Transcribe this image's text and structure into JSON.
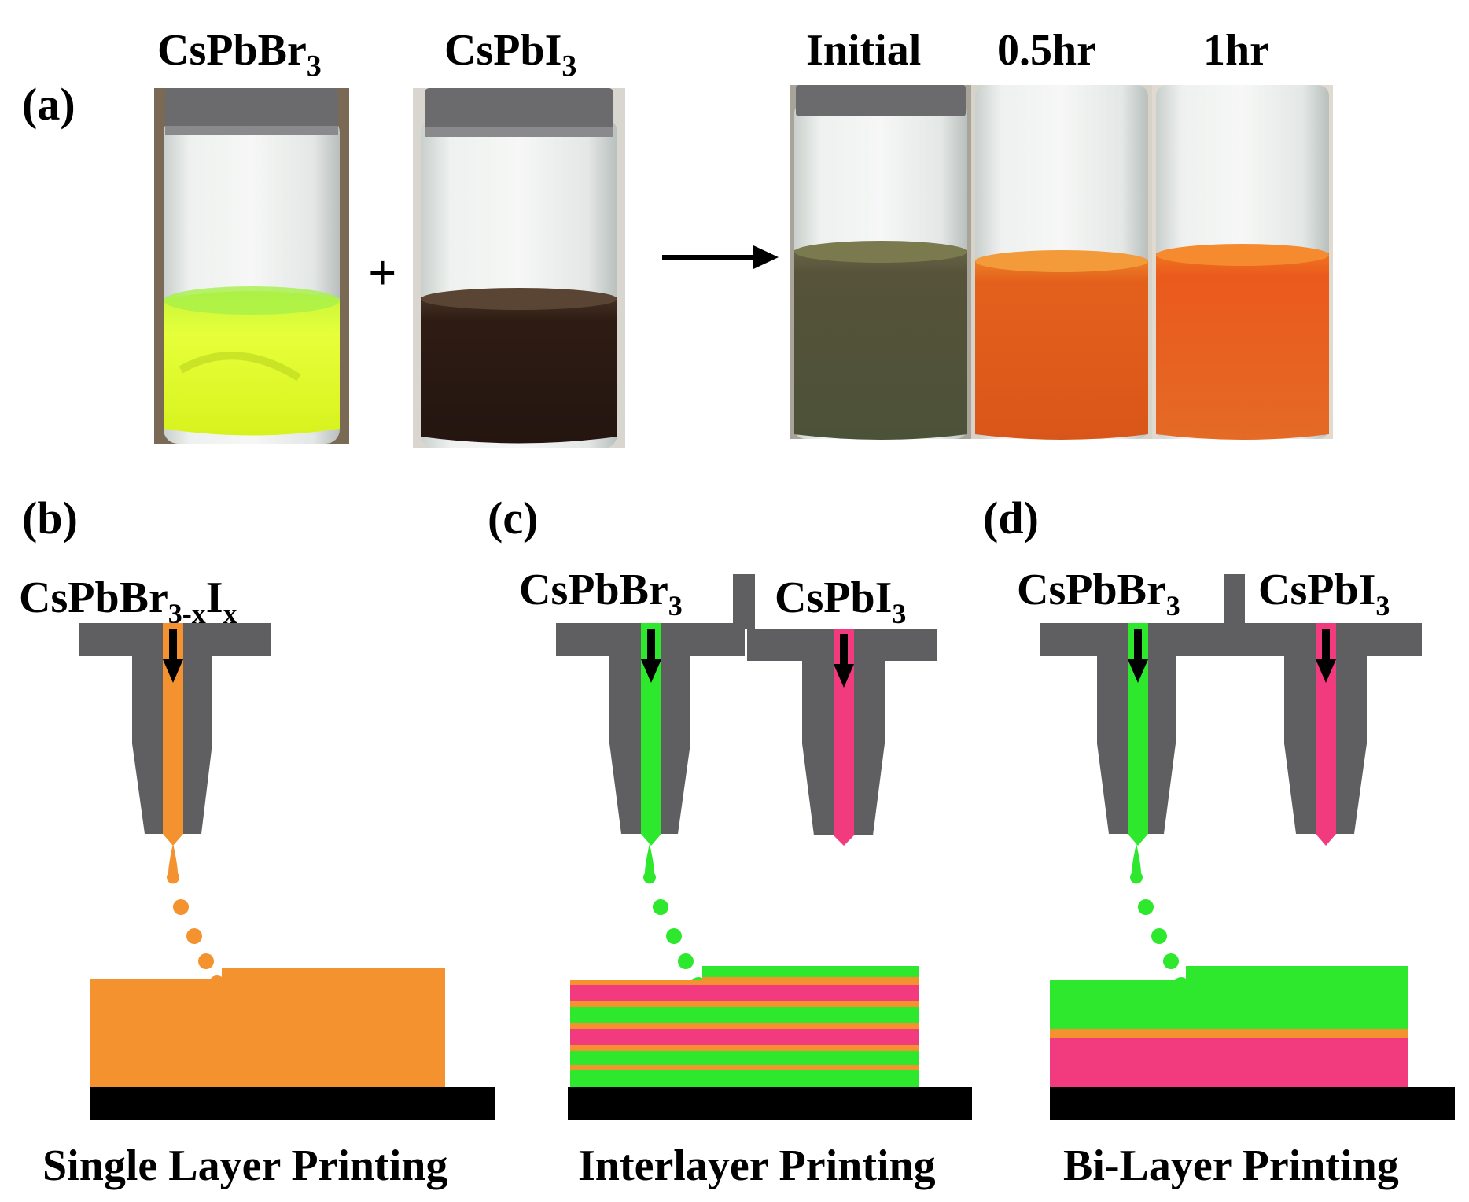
{
  "panel_a": {
    "label": "(a)",
    "vial1_formula": {
      "base": "CsPbBr",
      "sub": "3"
    },
    "vial2_formula": {
      "base": "CsPbI",
      "sub": "3"
    },
    "plus": "+",
    "time_labels": [
      "Initial",
      "0.5hr",
      "1hr"
    ],
    "colors": {
      "green_liquid": "#d6ff2e",
      "brown_liquid": "#2c1a12",
      "initial_liquid": "#4e4a34",
      "orange_liquid": "#e0561a",
      "cap": "#6b6b6e",
      "glass": "#e9ecea"
    }
  },
  "panel_b": {
    "label": "(b)",
    "formula": {
      "a": "CsPbBr",
      "sub1": "3-x",
      "b": "I",
      "sub2": "x"
    },
    "caption": "Single Layer Printing",
    "ink_color": "#f4922f"
  },
  "panel_c": {
    "label": "(c)",
    "left_formula": {
      "base": "CsPbBr",
      "sub": "3"
    },
    "right_formula": {
      "base": "CsPbI",
      "sub": "3"
    },
    "caption": "Interlayer Printing"
  },
  "panel_d": {
    "label": "(d)",
    "left_formula": {
      "base": "CsPbBr",
      "sub": "3"
    },
    "right_formula": {
      "base": "CsPbI",
      "sub": "3"
    },
    "caption": "Bi-Layer Printing"
  },
  "colors": {
    "nozzle": "#5f5f61",
    "green_ink": "#2ee82e",
    "pink_ink": "#f23a7e",
    "orange_ink": "#f4922f",
    "substrate": "#000000"
  }
}
